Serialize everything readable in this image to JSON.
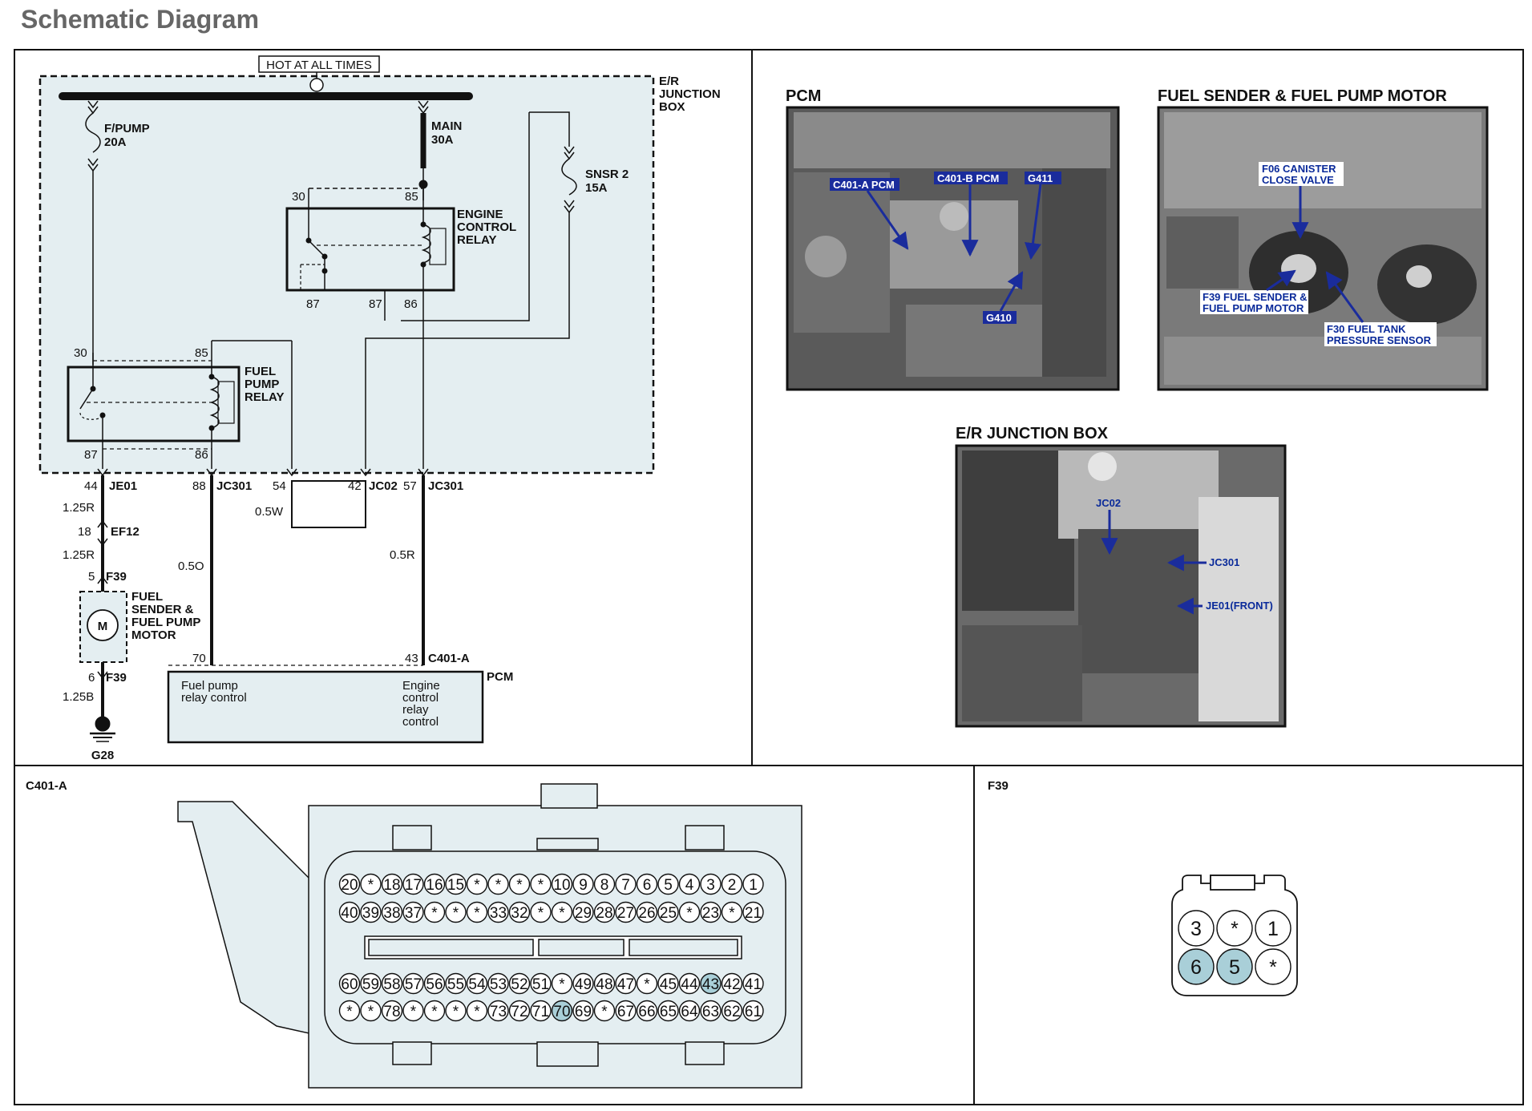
{
  "title": "Schematic Diagram",
  "schematic": {
    "hot_label": "HOT AT ALL TIMES",
    "junction_box_label": [
      "E/R",
      "JUNCTION",
      "BOX"
    ],
    "fuse_fpump": [
      "F/PUMP",
      "20A"
    ],
    "fuse_main": [
      "MAIN",
      "30A"
    ],
    "fuse_snsr": [
      "SNSR 2",
      "15A"
    ],
    "engine_relay_label": [
      "ENGINE",
      "CONTROL",
      "RELAY"
    ],
    "engine_relay_pins": {
      "p30": "30",
      "p85": "85",
      "p87a": "87",
      "p87b": "87",
      "p86": "86"
    },
    "fuel_relay_label": [
      "FUEL",
      "PUMP",
      "RELAY"
    ],
    "fuel_relay_pins": {
      "p30": "30",
      "p85": "85",
      "p87": "87",
      "p86": "86"
    },
    "connectors": {
      "je01_pin": "44",
      "je01": "JE01",
      "jc301a_pin": "88",
      "jc301a": "JC301",
      "jc02_pin_a": "54",
      "jc02_pin_b": "42",
      "jc02": "JC02",
      "jc301b_pin": "57",
      "jc301b": "JC301",
      "ef12_pin": "18",
      "ef12": "EF12",
      "f39_top_pin": "5",
      "f39_top": "F39",
      "f39_bot_pin": "6",
      "f39_bot": "F39",
      "c401_pin70": "70",
      "c401_pin43": "43",
      "c401": "C401-A"
    },
    "wires": {
      "w1": "1.25R",
      "w2": "1.25R",
      "w3": "1.25B",
      "w4": "0.5O",
      "w5": "0.5W",
      "w6": "0.5R"
    },
    "motor_label": [
      "FUEL",
      "SENDER  &",
      "FUEL  PUMP",
      "MOTOR"
    ],
    "motor_symbol": "M",
    "ground": "G28",
    "pcm_label": "PCM",
    "pcm_text_left": [
      "Fuel pump",
      "relay control"
    ],
    "pcm_text_right": [
      "Engine",
      "control",
      "relay",
      "control"
    ]
  },
  "photos": {
    "pcm": {
      "title": "PCM",
      "labels": [
        "C401-A PCM",
        "C401-B PCM",
        "G411",
        "G410"
      ]
    },
    "fuel": {
      "title": "FUEL SENDER & FUEL PUMP MOTOR",
      "labels": [
        "F06 CANISTER",
        "CLOSE VALVE",
        "F39 FUEL SENDER &",
        "FUEL PUMP MOTOR",
        "F30 FUEL TANK",
        "PRESSURE SENSOR"
      ]
    },
    "er": {
      "title": "E/R JUNCTION BOX",
      "labels": [
        "JC02",
        "JC301",
        "JE01(FRONT)"
      ]
    }
  },
  "c401a": {
    "title": "C401-A",
    "row1": [
      "20",
      "*",
      "18",
      "17",
      "16",
      "15",
      "*",
      "*",
      "*",
      "*",
      "10",
      "9",
      "8",
      "7",
      "6",
      "5",
      "4",
      "3",
      "2",
      "1"
    ],
    "row2": [
      "40",
      "39",
      "38",
      "37",
      "*",
      "*",
      "*",
      "33",
      "32",
      "*",
      "*",
      "29",
      "28",
      "27",
      "26",
      "25",
      "*",
      "23",
      "*",
      "21"
    ],
    "row3": [
      "60",
      "59",
      "58",
      "57",
      "56",
      "55",
      "54",
      "53",
      "52",
      "51",
      "*",
      "49",
      "48",
      "47",
      "*",
      "45",
      "44",
      "43",
      "42",
      "41"
    ],
    "row4": [
      "*",
      "*",
      "78",
      "*",
      "*",
      "*",
      "*",
      "73",
      "72",
      "71",
      "70",
      "69",
      "*",
      "67",
      "66",
      "65",
      "64",
      "63",
      "62",
      "61"
    ],
    "highlighted": [
      "43",
      "70"
    ]
  },
  "f39": {
    "title": "F39",
    "row1": [
      "3",
      "*",
      "1"
    ],
    "row2": [
      "6",
      "5",
      "*"
    ],
    "highlighted": [
      "6",
      "5"
    ]
  },
  "colors": {
    "box_fill": "#e4eef1",
    "pin_highlight": "#a9cfd8",
    "arrow_blue": "#1a2c9c"
  }
}
